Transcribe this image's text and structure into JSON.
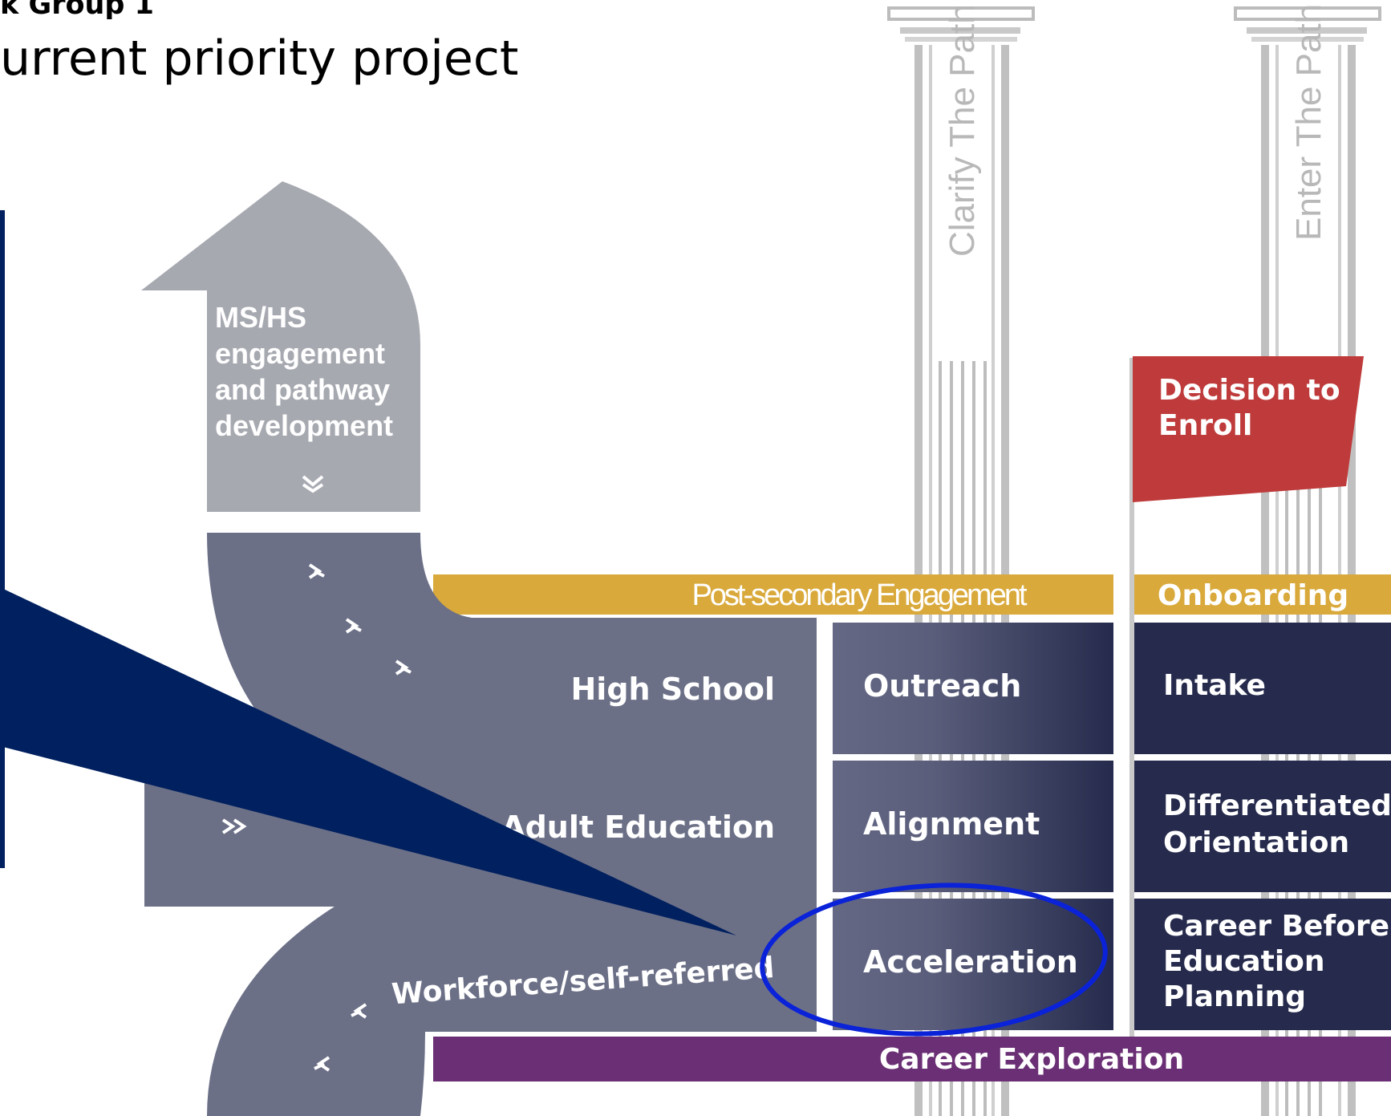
{
  "header": {
    "group_label": "k Group 1",
    "subtitle": "urrent priority project"
  },
  "pillars": [
    {
      "label": "Clarify The Path"
    },
    {
      "label": "Enter The Path"
    }
  ],
  "sources": {
    "ms_hs": "MS/HS engagement and pathway development",
    "ms_hs_lines": [
      "MS/HS",
      "engagement",
      "and pathway",
      "development"
    ],
    "high_school": "High School",
    "adult_education": "Adult Education",
    "workforce": "Workforce/self-referred"
  },
  "bands": {
    "post_secondary": "Post-secondary Engagement",
    "onboarding": "Onboarding",
    "career_exploration": "Career Exploration"
  },
  "flag": {
    "label": "Decision to Enroll",
    "lines": [
      "Decision to",
      "Enroll"
    ]
  },
  "engagement_boxes": [
    "Outreach",
    "Alignment",
    "Acceleration"
  ],
  "onboarding_boxes": [
    {
      "label": "Intake",
      "lines": [
        "Intake"
      ]
    },
    {
      "label": "Differentiated Orientation",
      "lines": [
        "Differentiated",
        "Orientation"
      ]
    },
    {
      "label": "Career Before Education Planning",
      "lines": [
        "Career Before",
        "Education",
        "Planning"
      ]
    }
  ],
  "colors": {
    "navy_pointer": "#01205f",
    "gray_arrow": "#a7a9b1",
    "slate_road": "#6c7087",
    "gold_band": "#d9a93b",
    "purple_band": "#6a2f74",
    "red_flag": "#bf3b3b",
    "dark_box": "#262b4d",
    "highlight_ellipse": "#0a22d8"
  }
}
